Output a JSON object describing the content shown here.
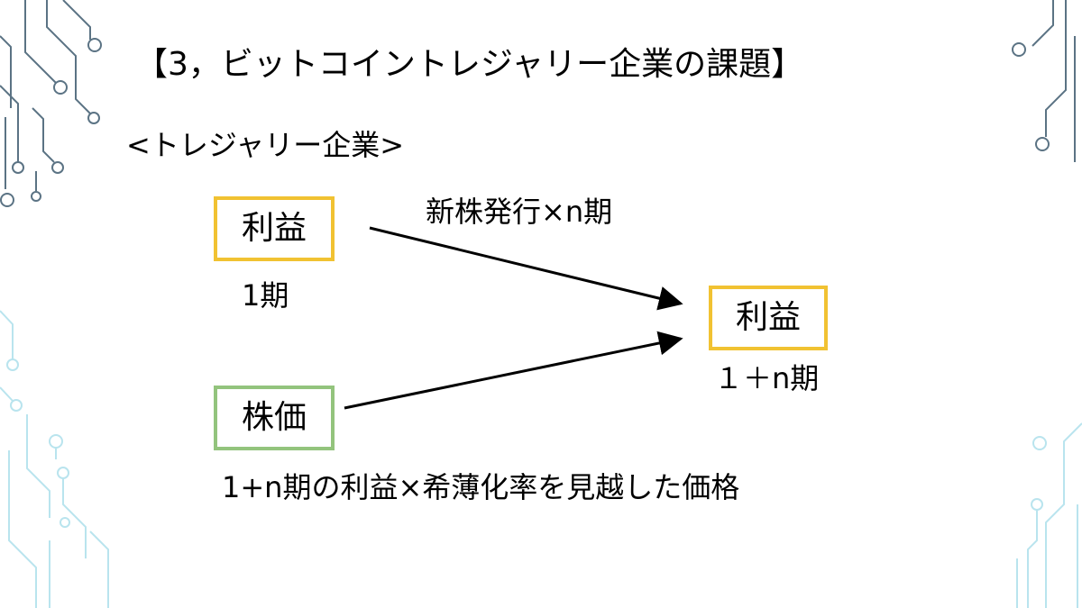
{
  "slide": {
    "title": "【3，ビットコイントレジャリー企業の課題】",
    "subtitle": "<トレジャリー企業>"
  },
  "diagram": {
    "box_profit_start": "利益",
    "label_period_1": "1期",
    "box_stock_price": "株価",
    "arrow_label": "新株発行×n期",
    "box_profit_end": "利益",
    "label_period_1n": "１＋n期",
    "bottom_caption": "1+n期の利益×希薄化率を見越した価格"
  },
  "colors": {
    "profit_box_border": "#f1c232",
    "price_box_border": "#93c47d",
    "arrow": "#000000",
    "circuit_left_top": "#5b7384",
    "circuit_left_bottom": "#b9e4ee",
    "circuit_right_top": "#5b7384",
    "circuit_right_bottom": "#b9e4ee"
  }
}
